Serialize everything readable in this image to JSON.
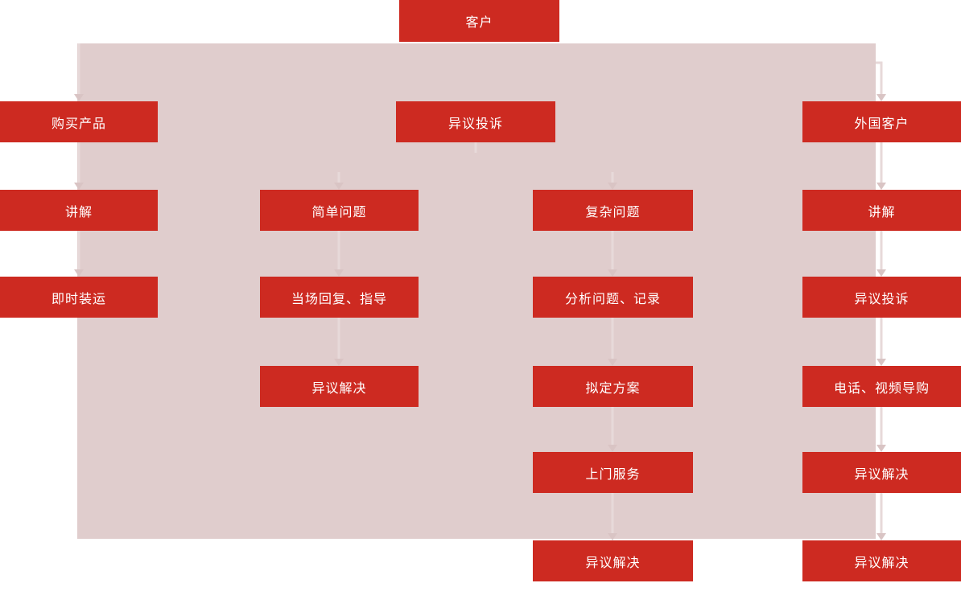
{
  "colors": {
    "node_red": "#CD2A21",
    "panel_pink": "#E0CDCD",
    "connector_line": "#E7D9D9",
    "connector_arrowhead": "#D9C4C4",
    "node_text": "#FFFFFF",
    "page_background": "#FFFFFF"
  },
  "flow": {
    "root": {
      "label": "客户"
    },
    "domestic": {
      "purchase_branch": [
        "购买产品",
        "讲解",
        "即时装运"
      ],
      "complaint": "异议投诉",
      "simple_branch": [
        "简单问题",
        "当场回复、指导",
        "异议解决"
      ],
      "complex_branch": [
        "复杂问题",
        "分析问题、记录",
        "拟定方案",
        "上门服务",
        "异议解决"
      ]
    },
    "foreign": [
      "外国客户",
      "讲解",
      "异议投诉",
      "电话、视频导购",
      "异议解决",
      "异议解决"
    ]
  }
}
